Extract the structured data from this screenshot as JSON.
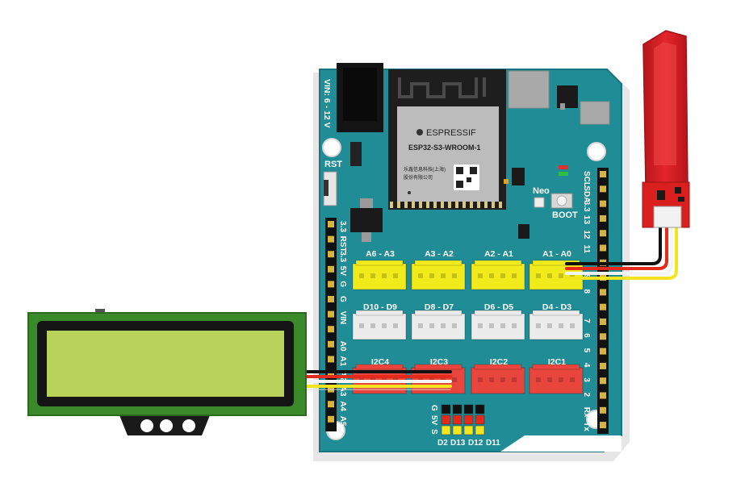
{
  "board": {
    "vin_label": "VIN: 6 - 12 V",
    "rst_label": "RST",
    "module_brand": "ESPRESSIF",
    "module_model": "ESP32-S3-WROOM-1",
    "module_cn_line1": "乐鑫信息科技(上海)",
    "module_cn_line2": "股份有限公司",
    "neo_label": "Neo",
    "boot_label": "BOOT",
    "right_header_labels": [
      "SCL",
      "SDA",
      "3.3",
      "13",
      "12",
      "11",
      "",
      "9",
      "8",
      "",
      "7",
      "6",
      "5",
      "4",
      "3",
      "2",
      "Rx",
      "Tx"
    ],
    "left_header_labels": [
      "3.3",
      "RST",
      "3.3",
      "5V",
      "G",
      "G",
      "VIN",
      "",
      "A0",
      "A1",
      "A2",
      "A3",
      "A4",
      "A5"
    ],
    "analog_ports": [
      "A6 - A3",
      "A3 - A2",
      "A2 - A1",
      "A1 - A0"
    ],
    "digital_ports": [
      "D10 - D9",
      "D8 - D7",
      "D6 - D5",
      "D4 - D3"
    ],
    "i2c_ports": [
      "I2C4",
      "I2C3",
      "I2C2",
      "I2C1"
    ],
    "gvs_labels": [
      "G",
      "5V",
      "S"
    ],
    "bottom_pin_labels": [
      "D2",
      "D13",
      "D12",
      "D11"
    ]
  },
  "colors": {
    "board": "#1f8c96",
    "analog_port": "#f2eb1c",
    "digital_port": "#ececec",
    "i2c_port": "#e8463c",
    "sensor": "#d9201f",
    "lcd_pcb": "#3b8a2a",
    "lcd_screen": "#b9d35a",
    "wire_black": "#111111",
    "wire_red": "#e52a1b",
    "wire_yellow": "#f2e51e",
    "wire_white": "#f4f4f4"
  }
}
